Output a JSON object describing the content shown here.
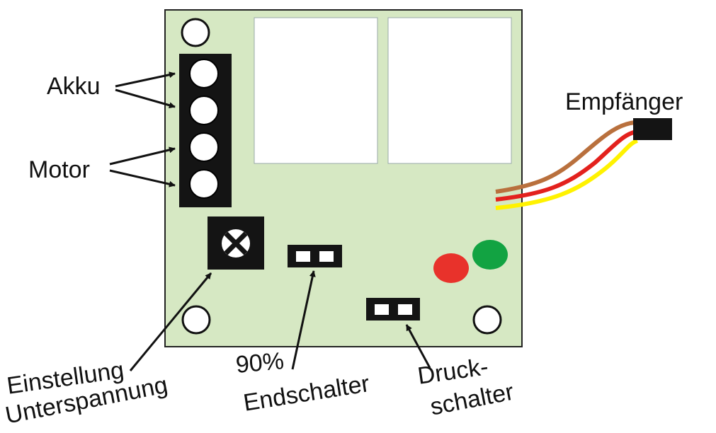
{
  "labels": {
    "akku": "Akku",
    "motor": "Motor",
    "empfaenger": "Empfänger",
    "einstellung_line1": "Einstellung",
    "einstellung_line2": "Unterspannung",
    "endschalter_line1": "90%",
    "endschalter_line2": "Endschalter",
    "druck_line1": "Druck-",
    "druck_line2": "schalter"
  },
  "colors": {
    "board": "#d6e8c3",
    "board_border": "#222222",
    "component_black": "#141414",
    "relay_white": "#ffffff",
    "led_red": "#e8322b",
    "led_green": "#12a342",
    "wire_brown": "#b9703d",
    "wire_red": "#e3211d",
    "wire_yellow": "#fff200"
  },
  "icons": {
    "mounting_holes": "circle",
    "terminal_block": "screw-terminal",
    "potentiometer": "trimmer-pot",
    "jumper": "two-pin-jumper",
    "receiver_plug": "servo-connector"
  }
}
